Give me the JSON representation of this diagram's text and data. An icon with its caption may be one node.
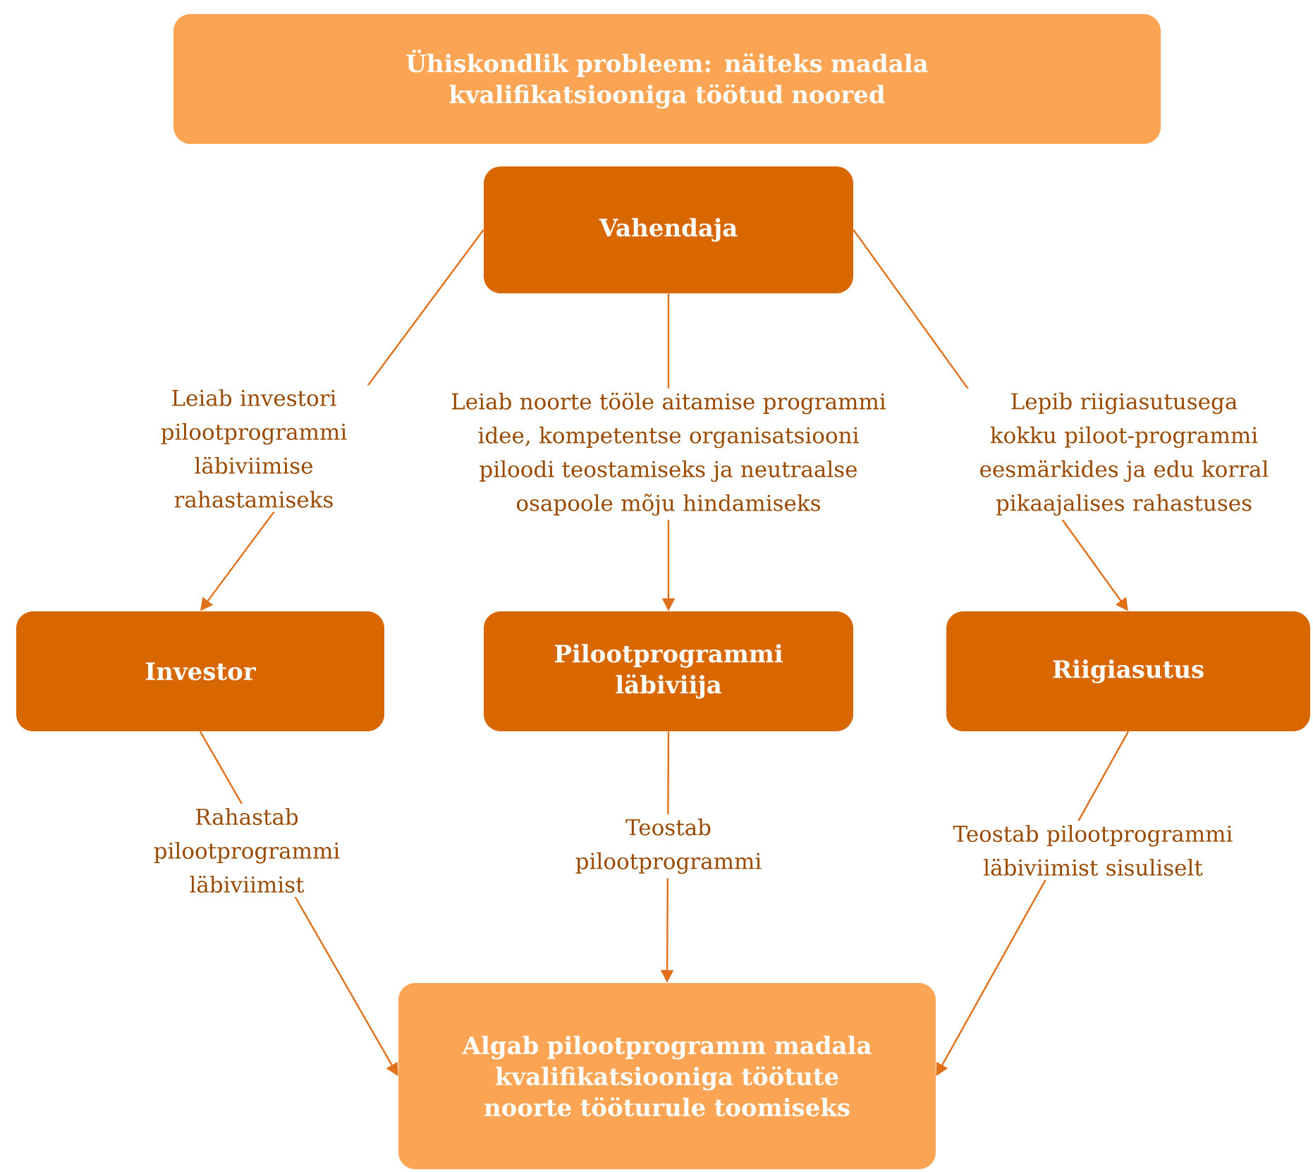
{
  "diagram": {
    "nodes": [
      {
        "text": [
          "Ühiskondlik probleem: näiteks madala kvalifikatsiooniga töötud noored"
        ]
      },
      {
        "text": [
          "Vahendaja"
        ]
      },
      {
        "text": [
          "Investor"
        ]
      },
      {
        "text": [
          "Pilootprogrammi läbiviija"
        ]
      },
      {
        "text": [
          "Riigiasutus"
        ]
      },
      {
        "text": [
          "Algab pilootprogramm madala kvalifikatsiooniga töötute noorte tööturule toomiseks"
        ]
      }
    ],
    "edges": [
      {
        "from": 1,
        "to": 2,
        "arrow": "to",
        "label": "Leiab investori pilootprogrammi läbiviimise rahastamiseks"
      },
      {
        "from": 1,
        "to": 3,
        "arrow": "to",
        "label": "Leiab noorte tööle aitamise programmi idee, kompetentse organisatsiooni piloodi teostamiseks ja neutraalse osapoole mõju hindamiseks"
      },
      {
        "from": 1,
        "to": 4,
        "arrow": "to",
        "label": "Lepib riigiasutusega kokku piloot-programmi eesmärkides ja edu korral pikaajalises rahastuses"
      },
      {
        "from": 2,
        "to": 5,
        "arrow": "to",
        "label": "Rahastab pilootprogrammi läbiviimist"
      },
      {
        "from": 3,
        "to": 5,
        "arrow": "to",
        "label": "Teostab pilootprogrammi"
      },
      {
        "from": 4,
        "to": 5,
        "arrow": "to",
        "label": "Teostab pilootprogrammi läbiviimist sisuliselt"
      }
    ]
  }
}
